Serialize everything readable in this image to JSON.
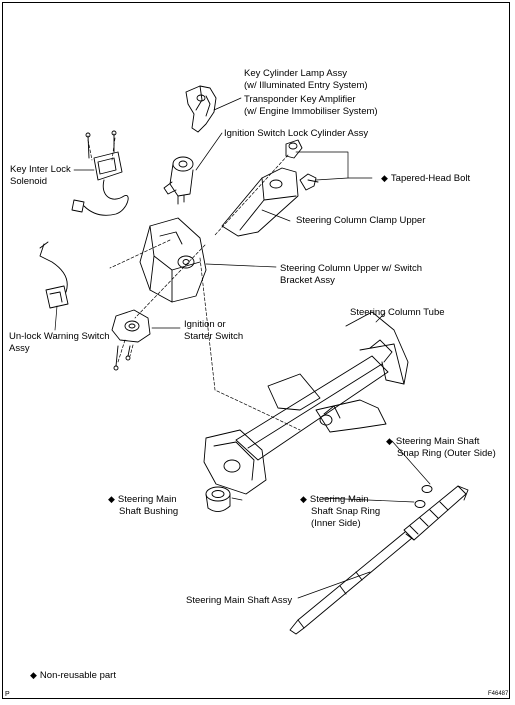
{
  "labels": {
    "key_cylinder_lamp": [
      "Key Cylinder Lamp Assy",
      "(w/ Illuminated Entry System)"
    ],
    "transponder": [
      "Transponder Key Amplifier",
      "(w/ Engine Immobiliser System)"
    ],
    "ignition_lock_cylinder": "Ignition Switch Lock Cylinder Assy",
    "key_interlock_solenoid": [
      "Key Inter Lock",
      "Solenoid"
    ],
    "tapered_head_bolt": "Tapered-Head  Bolt",
    "clamp_upper": "Steering Column Clamp Upper",
    "column_upper_bracket": [
      "Steering Column Upper w/ Switch",
      "Bracket Assy"
    ],
    "unlock_warning_switch": [
      "Un-lock  Warning Switch",
      "Assy"
    ],
    "ignition_starter_switch": [
      "Ignition or",
      "Starter Switch"
    ],
    "column_tube": "Steering Column Tube",
    "snap_ring_outer": [
      "Steering Main Shaft",
      "Snap Ring (Outer Side)"
    ],
    "main_shaft_bushing": [
      "Steering Main",
      "Shaft Bushing"
    ],
    "snap_ring_inner": [
      "Steering Main",
      "Shaft Snap Ring",
      "(Inner Side)"
    ],
    "main_shaft_assy": "Steering Main Shaft Assy"
  },
  "legend": {
    "symbol": "◆",
    "text": "Non-reusable part"
  },
  "footer": {
    "page_mark": "P",
    "figure_id": "F46487"
  }
}
